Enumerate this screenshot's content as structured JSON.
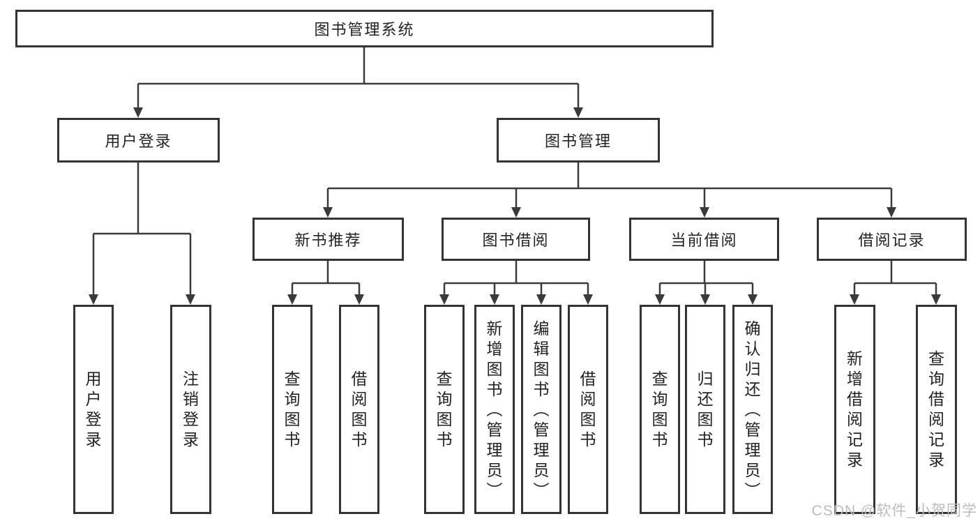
{
  "colors": {
    "line": "#3a3a3a",
    "box_border": "#333333",
    "text": "#222222",
    "background": "#ffffff",
    "watermark": "#bcbcbc"
  },
  "diagram": {
    "root": {
      "label": "图书管理系统"
    },
    "branches": [
      {
        "label": "用户登录",
        "children": [
          {
            "label": "用户登录"
          },
          {
            "label": "注销登录"
          }
        ]
      },
      {
        "label": "图书管理",
        "children": [
          {
            "label": "新书推荐",
            "children": [
              {
                "label": "查询图书"
              },
              {
                "label": "借阅图书"
              }
            ]
          },
          {
            "label": "图书借阅",
            "children": [
              {
                "label": "查询图书"
              },
              {
                "label": "新增图书（管理员）"
              },
              {
                "label": "编辑图书（管理员）"
              },
              {
                "label": "借阅图书"
              }
            ]
          },
          {
            "label": "当前借阅",
            "children": [
              {
                "label": "查询图书"
              },
              {
                "label": "归还图书"
              },
              {
                "label": "确认归还（管理员）"
              }
            ]
          },
          {
            "label": "借阅记录",
            "children": [
              {
                "label": "新增借阅记录"
              },
              {
                "label": "查询借阅记录"
              }
            ]
          }
        ]
      }
    ]
  },
  "watermark": {
    "text": "CSDN @软件_小贺同学"
  }
}
